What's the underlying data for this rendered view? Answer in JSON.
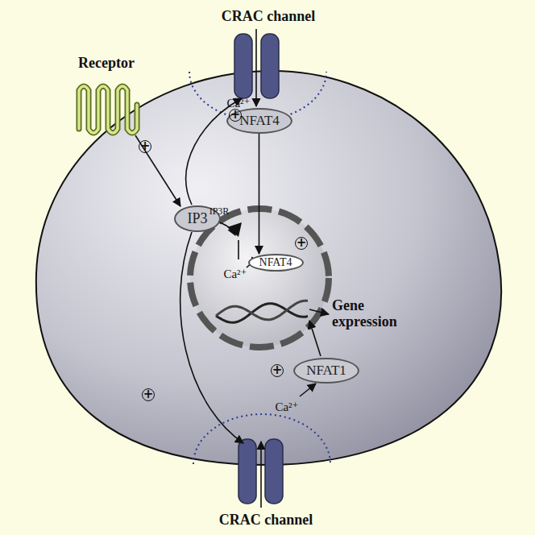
{
  "diagram": {
    "nodes": [
      {
        "text": [
          "NFAT4"
        ]
      },
      {
        "text": [
          "IP3"
        ]
      },
      {
        "text": [
          "NFAT4"
        ]
      },
      {
        "text": [
          "NFAT1"
        ]
      }
    ],
    "edges": [
      {
        "from": 0,
        "to": 2,
        "arrow": "to"
      }
    ],
    "labels": [
      "CRAC channel",
      "Receptor",
      "+",
      "Ca²⁺",
      "+",
      "IP3R",
      "+",
      "Ca²⁺",
      "Gene expression",
      "+",
      "Ca²⁺",
      "+",
      "CRAC channel"
    ]
  }
}
